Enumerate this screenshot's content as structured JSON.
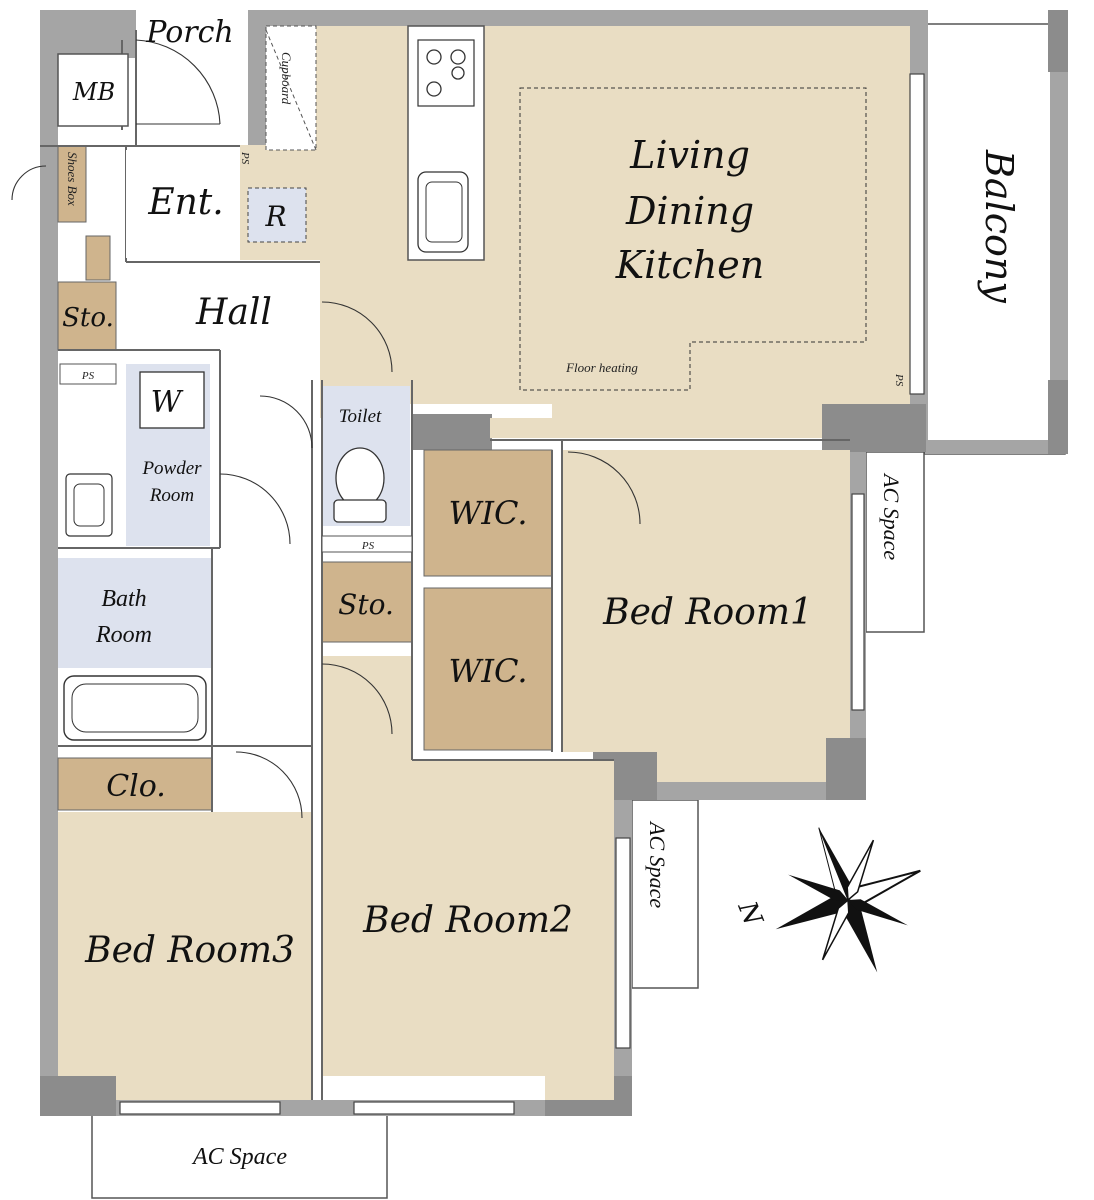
{
  "rooms": {
    "porch": "Porch",
    "mb": "MB",
    "cupboard": "Cupboard",
    "shoes_box": "Shoes Box",
    "entrance": "Ent.",
    "refrigerator": "R",
    "ldk_line1": "Living",
    "ldk_line2": "Dining",
    "ldk_line3": "Kitchen",
    "floor_heating": "Floor heating",
    "balcony": "Balcony",
    "hall": "Hall",
    "storage_hall": "Sto.",
    "ps_hall": "PS",
    "ps_entry": "PS",
    "ps_ldk": "PS",
    "ps_toilet": "PS",
    "washer": "W",
    "powder_line1": "Powder",
    "powder_line2": "Room",
    "toilet": "Toilet",
    "wic1": "WIC.",
    "wic2": "WIC.",
    "storage_mid": "Sto.",
    "bath_line1": "Bath",
    "bath_line2": "Room",
    "bedroom1": "Bed Room1",
    "bedroom2": "Bed Room2",
    "bedroom3": "Bed Room3",
    "closet": "Clo.",
    "ac_space_1": "AC Space",
    "ac_space_2": "AC Space",
    "ac_space_3": "AC Space"
  },
  "compass": {
    "north_label": "N"
  },
  "colors": {
    "room_fill": "#e9ddc3",
    "storage_fill": "#cfb48d",
    "wet_fill": "#dde2ee",
    "wall": "#a5a5a5",
    "column": "#8c8c8c"
  }
}
